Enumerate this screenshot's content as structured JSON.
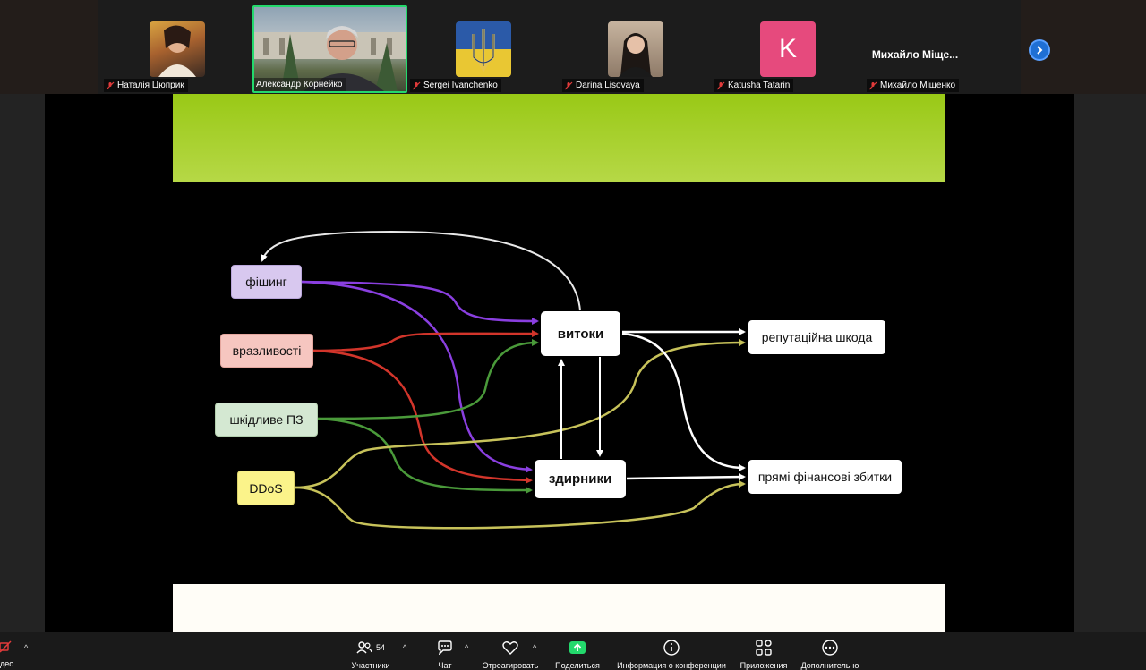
{
  "participants": [
    {
      "name": "Наталія Цюприк",
      "muted": true
    },
    {
      "name": "Александр Корнейко",
      "muted": false,
      "active": true
    },
    {
      "name": "Sergei Ivanchenko",
      "muted": true
    },
    {
      "name": "Darina Lisovaya",
      "muted": true
    },
    {
      "name": "Katusha Tatarin",
      "muted": true,
      "avatar_letter": "K"
    },
    {
      "name": "Михайло Міщенко",
      "muted": true,
      "display_name": "Михайло  Міще..."
    }
  ],
  "diagram": {
    "nodes": {
      "phishing": "фішинг",
      "vulnerabilities": "вразливості",
      "malware": "шкідливе ПЗ",
      "ddos": "DDoS",
      "leaks": "витоки",
      "sniffers": "здирники",
      "reputation": "репутаційна шкода",
      "financial": "прямі фінансові збитки"
    },
    "colors": {
      "phishing_bg": "#d8c8ef",
      "vulnerabilities_bg": "#f6c6c0",
      "malware_bg": "#d4e8d2",
      "ddos_bg": "#fbf38a",
      "purple": "#8a3fe0",
      "red": "#d2352b",
      "green": "#4a9a3a",
      "olive": "#c7c25a"
    }
  },
  "toolbar": {
    "video_label": "део",
    "participants_label": "Участники",
    "participants_count": "54",
    "chat_label": "Чат",
    "react_label": "Отреагировать",
    "share_label": "Поделиться",
    "info_label": "Информация о конференции",
    "apps_label": "Приложения",
    "more_label": "Дополнительно"
  }
}
